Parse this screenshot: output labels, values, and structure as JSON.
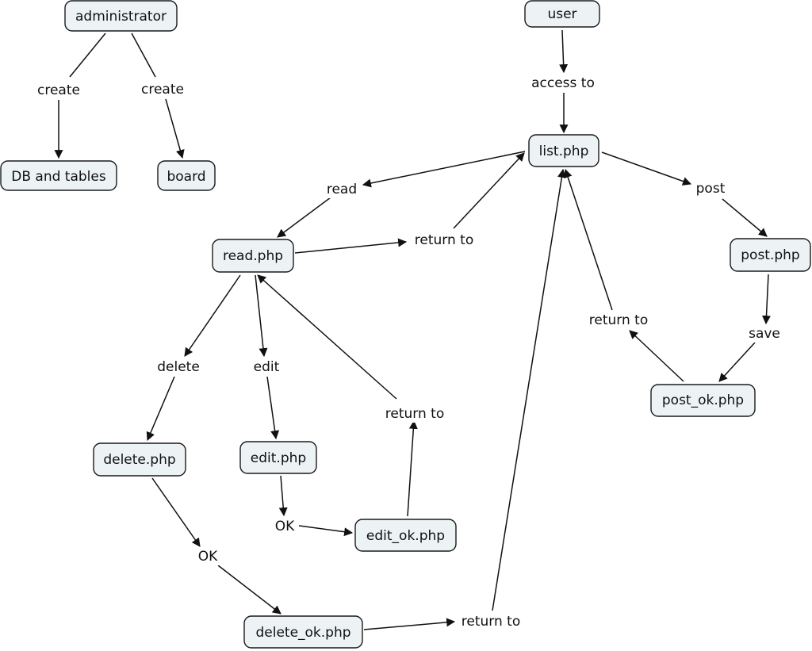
{
  "nodes": {
    "administrator": "administrator",
    "user": "user",
    "db_and_tables": "DB and tables",
    "board": "board",
    "list_php": "list.php",
    "read_php": "read.php",
    "post_php": "post.php",
    "post_ok_php": "post_ok.php",
    "delete_php": "delete.php",
    "edit_php": "edit.php",
    "edit_ok_php": "edit_ok.php",
    "delete_ok_php": "delete_ok.php"
  },
  "links": {
    "create_db": "create",
    "create_board": "create",
    "access_to": "access to",
    "read": "read",
    "post": "post",
    "return_to_read_list": "return to",
    "save": "save",
    "return_to_post_ok_list": "return to",
    "delete": "delete",
    "edit": "edit",
    "return_to_edit_ok_read": "return to",
    "ok_edit": "OK",
    "ok_delete": "OK",
    "return_to_delete_ok_list": "return to"
  },
  "colors": {
    "node_fill": "#edf3f5",
    "node_stroke": "#1a1a1a",
    "line": "#111111"
  }
}
